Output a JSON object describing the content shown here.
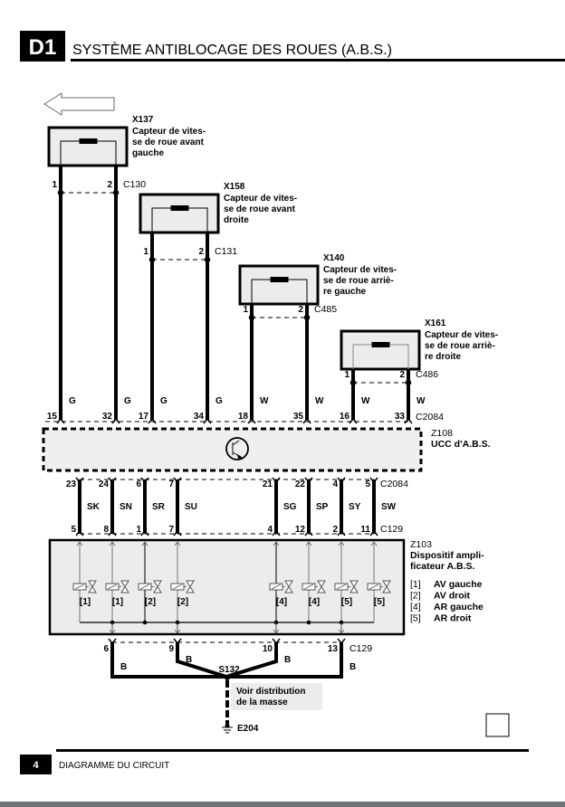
{
  "header": {
    "section_code": "D1",
    "title": "SYSTÈME ANTIBLOCAGE DES ROUES (A.B.S.)"
  },
  "footer": {
    "page_number": "4",
    "section_label": "DIAGRAMME DU CIRCUIT"
  },
  "sensors": [
    {
      "id": "X137",
      "desc": [
        "Capteur de vites-",
        "se de roue avant",
        "gauche"
      ],
      "connector": "C130",
      "pins": [
        "1",
        "2"
      ]
    },
    {
      "id": "X158",
      "desc": [
        "Capteur de vites-",
        "se de roue avant",
        "droite"
      ],
      "connector": "C131",
      "pins": [
        "1",
        "2"
      ]
    },
    {
      "id": "X140",
      "desc": [
        "Capteur de vites-",
        "se de roue arriè-",
        "re gauche"
      ],
      "connector": "C485",
      "pins": [
        "1",
        "2"
      ]
    },
    {
      "id": "X161",
      "desc": [
        "Capteur de vites-",
        "se de roue arriè-",
        "re droite"
      ],
      "connector": "C486",
      "pins": [
        "1",
        "2"
      ]
    }
  ],
  "ecu": {
    "id": "Z108",
    "name": "UCC d'A.B.S.",
    "top_connector": "C2084",
    "top_pins": [
      "15",
      "32",
      "17",
      "34",
      "18",
      "35",
      "16",
      "33"
    ],
    "top_wire_colors": [
      "G",
      "G",
      "G",
      "G",
      "W",
      "W",
      "W",
      "W"
    ],
    "bottom_connector": "C2084",
    "bottom_pins": [
      "23",
      "24",
      "6",
      "7",
      "21",
      "22",
      "4",
      "5"
    ]
  },
  "harness": {
    "wire_colors": [
      "SK",
      "SN",
      "SR",
      "SU",
      "SG",
      "SP",
      "SY",
      "SW"
    ]
  },
  "modulator": {
    "id": "Z103",
    "desc": [
      "Dispositif ampli-",
      "ficateur A.B.S."
    ],
    "top_connector": "C129",
    "top_pins": [
      "5",
      "8",
      "1",
      "7",
      "4",
      "12",
      "2",
      "11"
    ],
    "valve_labels": [
      "[1]",
      "[1]",
      "[2]",
      "[2]",
      "[4]",
      "[4]",
      "[5]",
      "[5]"
    ],
    "legend": [
      {
        "key": "[1]",
        "value": "AV gauche"
      },
      {
        "key": "[2]",
        "value": "AV droit"
      },
      {
        "key": "[4]",
        "value": "AR gauche"
      },
      {
        "key": "[5]",
        "value": "AR droit"
      }
    ],
    "bottom_connector": "C129",
    "bottom_pins": [
      "6",
      "9",
      "10",
      "13"
    ],
    "ground_wire_colors": [
      "B",
      "B",
      "B",
      "B"
    ]
  },
  "ground": {
    "splice": "S132",
    "note": [
      "Voir distribution",
      "de la masse"
    ],
    "point": "E204"
  }
}
